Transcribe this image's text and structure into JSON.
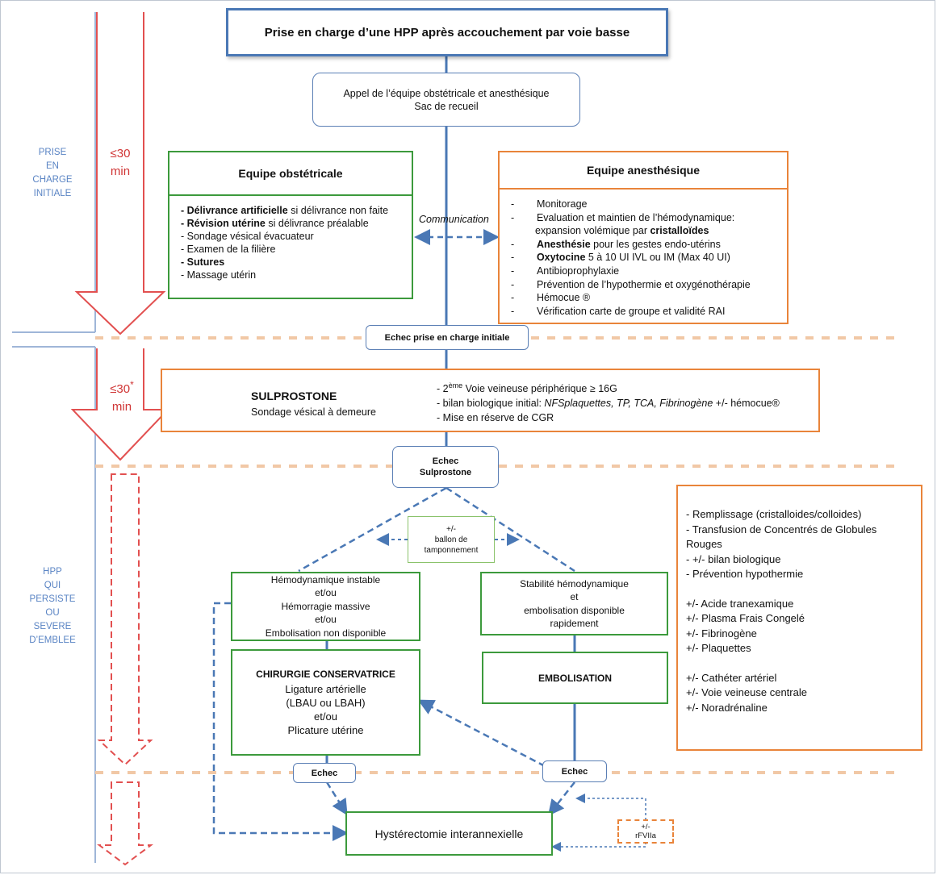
{
  "title": "Prise en charge d’une HPP après accouchement par voie basse",
  "call_box": {
    "line1": "Appel de l’équipe obstétricale et anesthésique",
    "line2": "Sac de recueil"
  },
  "side_labels": {
    "phase1": [
      "PRISE",
      "EN",
      "CHARGE",
      "INITIALE"
    ],
    "phase2": [
      "HPP",
      "QUI",
      "PERSISTE",
      "OU",
      "SEVERE",
      "D’EMBLEE"
    ]
  },
  "timers": {
    "t1_line1": "≤30",
    "t1_line2": "min",
    "t2_line1": "≤30",
    "t2_star": "*",
    "t2_line2": "min"
  },
  "obstetric_team": {
    "header": "Equipe obstétricale",
    "items": [
      {
        "bold": "Délivrance artificielle",
        "rest": "  si délivrance non faite"
      },
      {
        "bold": "Révision utérine",
        "rest": " si délivrance préalable"
      },
      {
        "bold": "",
        "rest": "Sondage vésical évacuateur"
      },
      {
        "bold": "",
        "rest": "Examen de la filière"
      },
      {
        "bold": "Sutures",
        "rest": ""
      },
      {
        "bold": "",
        "rest": "Massage utérin"
      }
    ]
  },
  "communication": "Communication",
  "anesthesia_team": {
    "header": "Equipe anesthésique",
    "items": [
      {
        "b1": "",
        "r1": "Monitorage",
        "b2": "",
        "r2": ""
      },
      {
        "b1": "",
        "r1": "Evaluation et maintien de l’hémodynamique:",
        "b2": "",
        "r2": ""
      },
      {
        "b1": "",
        "r1": "expansion volémique par ",
        "b2": "cristalloïdes",
        "r2": ""
      },
      {
        "b1": "Anesthésie",
        "r1": " pour les gestes endo-utérins",
        "b2": "",
        "r2": ""
      },
      {
        "b1": "Oxytocine",
        "r1": " 5 à 10 UI IVL  ou IM (Max 40 UI)",
        "b2": "",
        "r2": ""
      },
      {
        "b1": "",
        "r1": "Antibioprophylaxie",
        "b2": "",
        "r2": ""
      },
      {
        "b1": "",
        "r1": "Prévention de l’hypothermie et oxygénothérapie",
        "b2": "",
        "r2": ""
      },
      {
        "b1": "",
        "r1": "Hémocue ®",
        "b2": "",
        "r2": ""
      },
      {
        "b1": "",
        "r1": "Vérification carte de groupe et validité RAI",
        "b2": "",
        "r2": ""
      }
    ]
  },
  "fail_initial": "Echec prise en charge initiale",
  "sulprostone_box": {
    "title": "SULPROSTONE",
    "subtitle": "Sondage vésical à demeure",
    "r1_pre": "2",
    "r1_sup": "ème",
    "r1_post": " Voie veineuse périphérique ≥ 16G",
    "r2_pre": "bilan biologique initial: ",
    "r2_ital": "NFSplaquettes, TP, TCA, Fibrinogène",
    "r2_post": " +/- hémocue®",
    "r3": "Mise en réserve de CGR"
  },
  "fail_sulprostone": {
    "line1": "Echec",
    "line2": "Sulprostone"
  },
  "balloon": {
    "line1": "+/-",
    "line2": "ballon de",
    "line3": "tamponnement"
  },
  "unstable_box": [
    "Hémodynamique instable",
    "et/ou",
    "Hémorragie massive",
    "et/ou",
    "Embolisation non disponible"
  ],
  "stable_box": [
    "Stabilité hémodynamique",
    "et",
    "embolisation disponible",
    "rapidement"
  ],
  "surgery_box": {
    "title": "CHIRURGIE CONSERVATRICE",
    "lines": [
      "Ligature artérielle",
      "(LBAU ou LBAH)",
      "et/ou",
      "Plicature utérine"
    ]
  },
  "embolisation": "EMBOLISATION",
  "fail_left": "Echec",
  "fail_right": "Echec",
  "hysterectomy": "Hystérectomie interannexielle",
  "rfviia": {
    "line1": "+/-",
    "line2": "rFVIIa"
  },
  "right_panel": {
    "group1": [
      "- Remplissage (cristalloides/colloides)",
      "- Transfusion de Concentrés de Globules",
      "Rouges",
      "- +/- bilan biologique",
      "- Prévention hypothermie"
    ],
    "group2": [
      "+/-  Acide tranexamique",
      "+/- Plasma Frais Congelé",
      "+/-  Fibrinogène",
      "+/-  Plaquettes"
    ],
    "group3": [
      "+/-  Cathéter artériel",
      "+/-  Voie veineuse centrale",
      "+/-  Noradrénaline"
    ]
  },
  "colors": {
    "blue_line": "#4a78b5",
    "green": "#3c9a3c",
    "orange": "#e9843a",
    "red": "#d03535",
    "dashed_sep": "#f1c8a6",
    "side_text": "#5a84c4"
  }
}
